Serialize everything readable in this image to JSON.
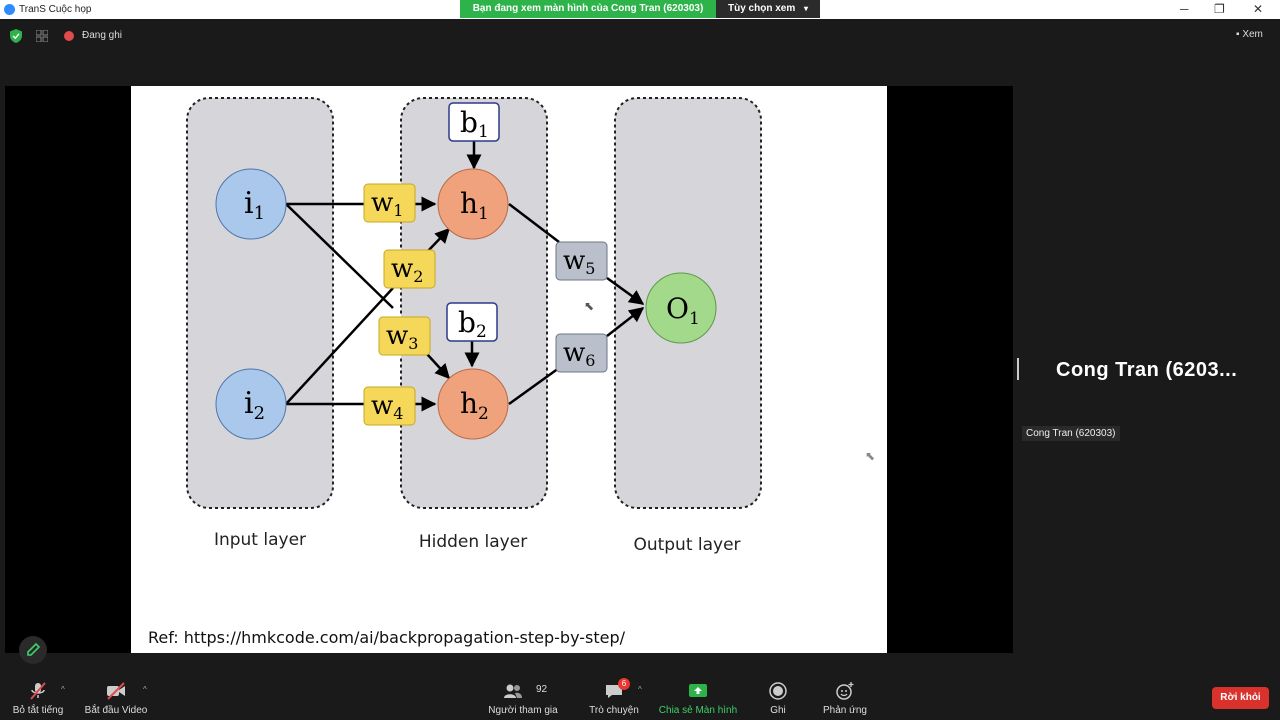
{
  "window": {
    "title": "TranS Cuộc họp"
  },
  "banner": {
    "text": "Bạn đang xem màn hình của Cong Tran (620303)",
    "options_label": "Tùy chọn xem"
  },
  "topbar": {
    "recording_label": "Đang ghi",
    "view_label": "Xem"
  },
  "slide": {
    "labels": {
      "input_layer": "Input layer",
      "hidden_layer": "Hidden layer",
      "output_layer": "Output layer"
    },
    "ref": "Ref: https://hmkcode.com/ai/backpropagation-step-by-step/"
  },
  "participant": {
    "name_big": "Cong Tran (6203...",
    "tag": "Cong Tran (620303)"
  },
  "toolbar": {
    "mute": "Bỏ tắt tiếng",
    "video": "Bắt đầu Video",
    "participants": "Người tham gia",
    "participants_count": "92",
    "chat": "Trò chuyện",
    "chat_badge": "6",
    "share": "Chia sẻ Màn hình",
    "record": "Ghi",
    "reactions": "Phản ứng",
    "leave": "Rời khỏi"
  },
  "colors": {
    "share_green": "#2eb24a",
    "leave_red": "#d9322c",
    "input_node": "#a9c8ec",
    "hidden_node": "#f0a27c",
    "output_node": "#a3d98a",
    "weight_yellow": "#f5d75a",
    "weight_gray": "#b9c0cc"
  }
}
